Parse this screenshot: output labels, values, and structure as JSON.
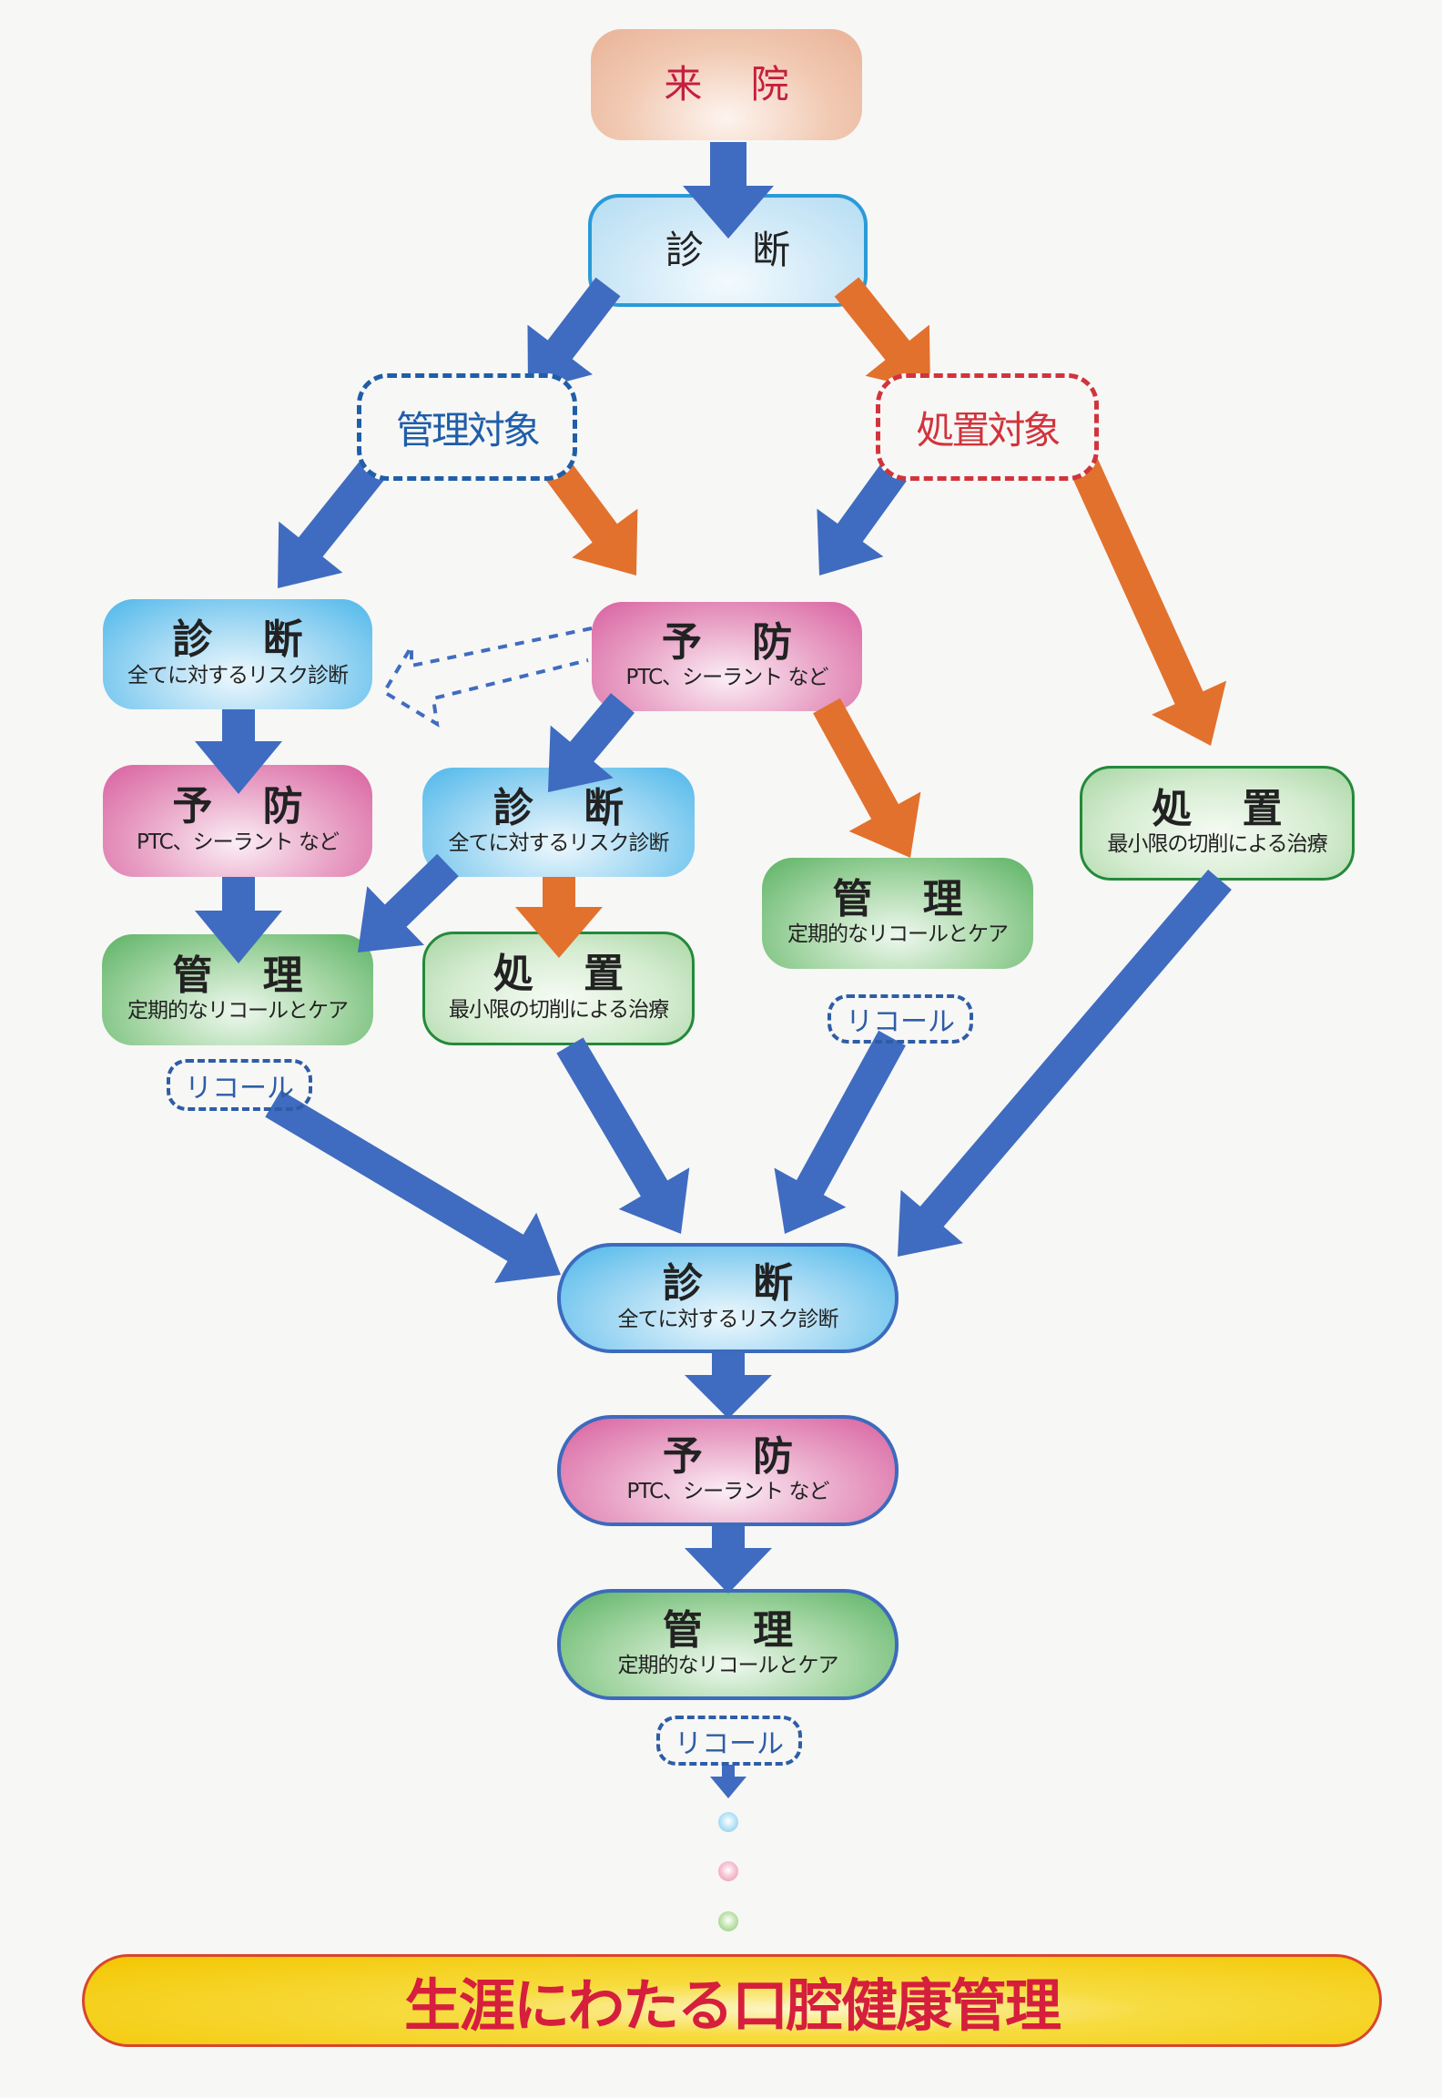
{
  "colors": {
    "blue_arrow": "#3f6cc0",
    "orange_arrow": "#e2712d",
    "management_target": "#1f5ea8",
    "treatment_target": "#d1343c",
    "banner_text": "#d51f3c"
  },
  "top": {
    "visit": "来 院",
    "diagnosis": "診 断"
  },
  "targets": {
    "management": "管理対象",
    "treatment": "処置対象"
  },
  "nodes": {
    "diagnosis_left": {
      "title": "診 断",
      "sub": "全てに対するリスク診断"
    },
    "prevention_mid": {
      "title": "予 防",
      "sub": "PTC、シーラント など"
    },
    "prevention_left": {
      "title": "予 防",
      "sub": "PTC、シーラント など"
    },
    "diagnosis_mid": {
      "title": "診 断",
      "sub": "全てに対するリスク診断"
    },
    "management_left": {
      "title": "管 理",
      "sub": "定期的なリコールとケア"
    },
    "treatment_mid": {
      "title": "処 置",
      "sub": "最小限の切削による治療"
    },
    "management_right": {
      "title": "管 理",
      "sub": "定期的なリコールとケア"
    },
    "treatment_right": {
      "title": "処 置",
      "sub": "最小限の切削による治療"
    },
    "diagnosis_bottom": {
      "title": "診 断",
      "sub": "全てに対するリスク診断"
    },
    "prevention_bottom": {
      "title": "予 防",
      "sub": "PTC、シーラント など"
    },
    "management_bottom": {
      "title": "管 理",
      "sub": "定期的なリコールとケア"
    }
  },
  "recall": {
    "left": "リコール",
    "right": "リコール",
    "bottom": "リコール"
  },
  "continuation_dots": [
    "blue",
    "pink",
    "green"
  ],
  "banner": {
    "text": "生涯にわたる口腔健康管理"
  }
}
